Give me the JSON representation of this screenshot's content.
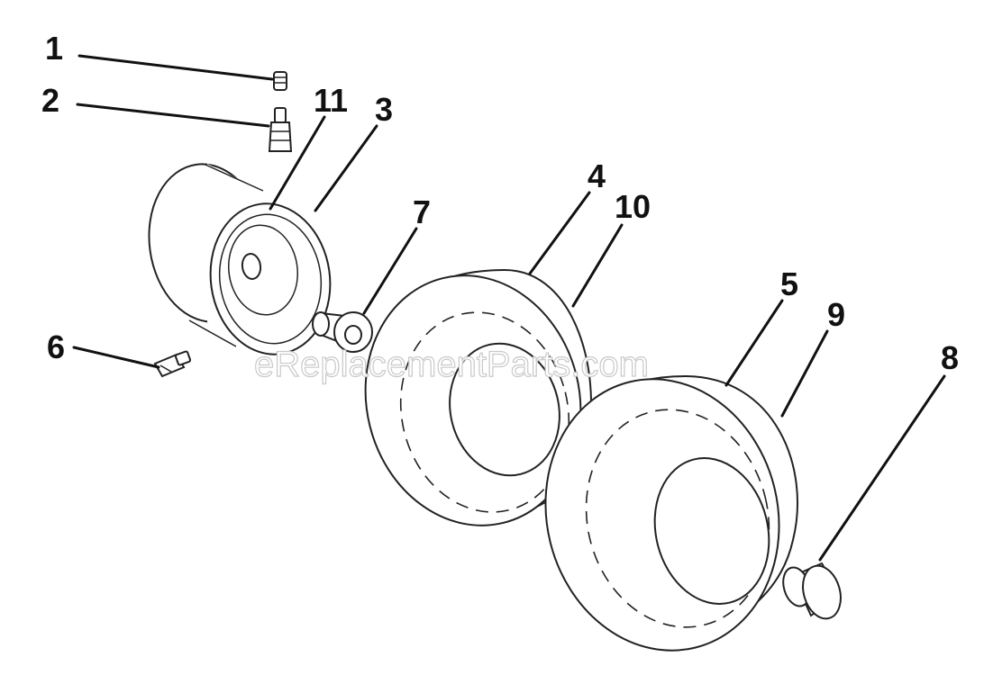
{
  "watermark": "eReplacementParts.com",
  "callouts": [
    {
      "id": "1",
      "part": "valve-cap"
    },
    {
      "id": "2",
      "part": "valve-stem"
    },
    {
      "id": "11",
      "part": "rim-flange"
    },
    {
      "id": "3",
      "part": "rim-wheel"
    },
    {
      "id": "7",
      "part": "bushing"
    },
    {
      "id": "4",
      "part": "tire-front"
    },
    {
      "id": "10",
      "part": "tube-front"
    },
    {
      "id": "5",
      "part": "tire-rear"
    },
    {
      "id": "9",
      "part": "tube-rear"
    },
    {
      "id": "8",
      "part": "hub-cap"
    },
    {
      "id": "6",
      "part": "grease-fitting"
    }
  ]
}
